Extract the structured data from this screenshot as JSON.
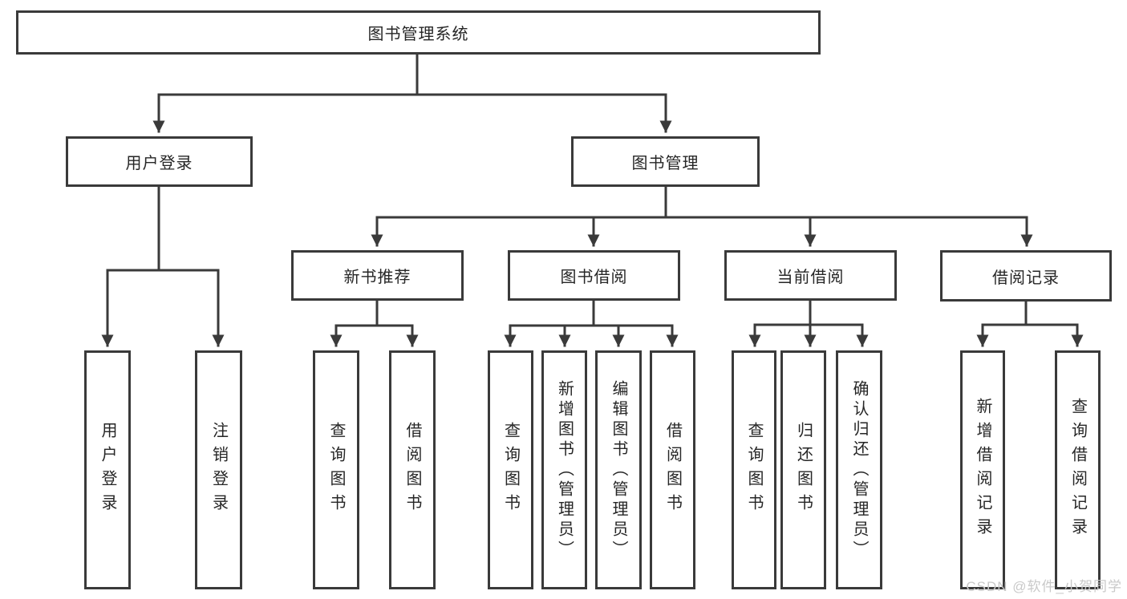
{
  "root": "图书管理系统",
  "level2": {
    "user_login": "用户登录",
    "book_mgmt": "图书管理"
  },
  "level3": {
    "new_rec": "新书推荐",
    "borrow": "图书借阅",
    "current": "当前借阅",
    "records": "借阅记录"
  },
  "leaves": {
    "user": [
      "用户登录",
      "注销登录"
    ],
    "new_rec": [
      "查询图书",
      "借阅图书"
    ],
    "borrow": [
      "查询图书",
      "新增图书（管理员）",
      "编辑图书（管理员）",
      "借阅图书"
    ],
    "current": [
      "查询图书",
      "归还图书",
      "确认归还（管理员）"
    ],
    "records": [
      "新增借阅记录",
      "查询借阅记录"
    ]
  },
  "watermark": "CSDN @软件_小贺同学",
  "colors": {
    "line": "#3a3a3a",
    "text": "#262626",
    "watermark": "#c9c9c9",
    "background": "#ffffff"
  }
}
